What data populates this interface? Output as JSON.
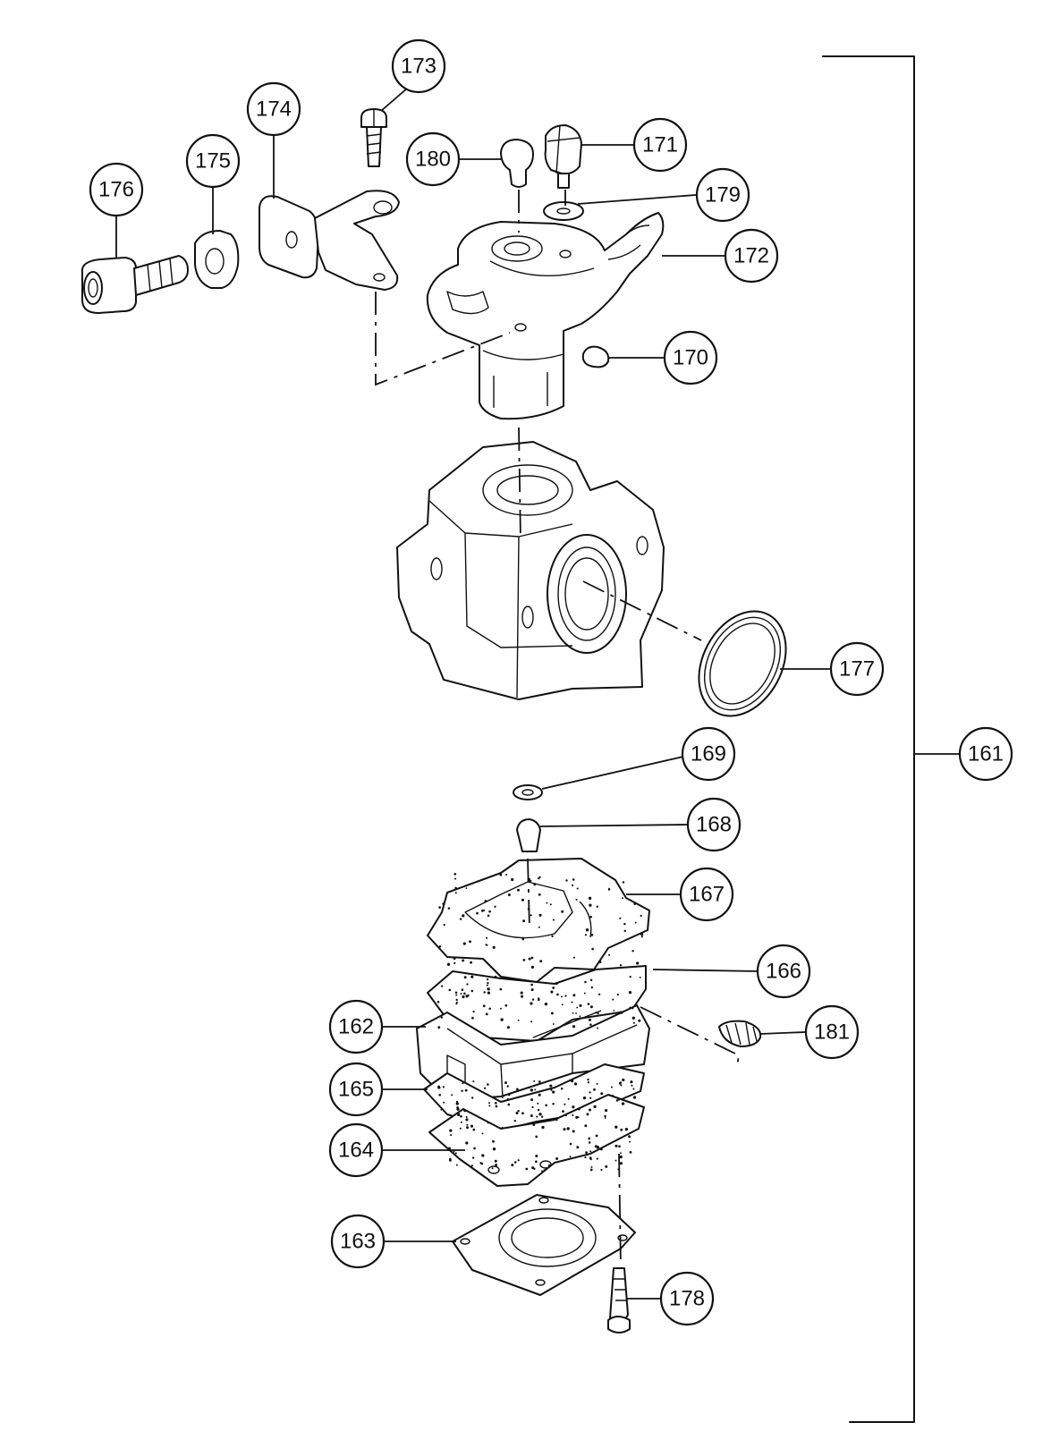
{
  "callouts": {
    "c161": "161",
    "c162": "162",
    "c163": "163",
    "c164": "164",
    "c165": "165",
    "c166": "166",
    "c167": "167",
    "c168": "168",
    "c169": "169",
    "c170": "170",
    "c171": "171",
    "c172": "172",
    "c173": "173",
    "c174": "174",
    "c175": "175",
    "c176": "176",
    "c177": "177",
    "c178": "178",
    "c179": "179",
    "c180": "180",
    "c181": "181"
  }
}
